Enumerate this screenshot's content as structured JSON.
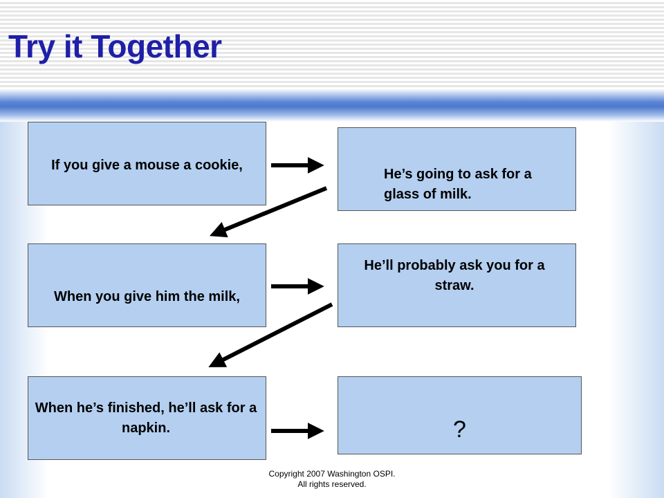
{
  "title": "Try it Together",
  "boxes": {
    "box1": "If you give a mouse a cookie,",
    "box2": "He’s going to ask for a glass of milk.",
    "box3": "When you give him the milk,",
    "box4": "He’ll probably ask you for a straw.",
    "box5": "When he’s finished, he’ll ask for a napkin.",
    "box6": "?"
  },
  "footer": {
    "line1": "Copyright  2007  Washington OSPI.",
    "line2": "All rights  reserved."
  },
  "colors": {
    "title": "#1f1fa8",
    "box_fill": "#b4cff0",
    "arrow": "#000000"
  }
}
